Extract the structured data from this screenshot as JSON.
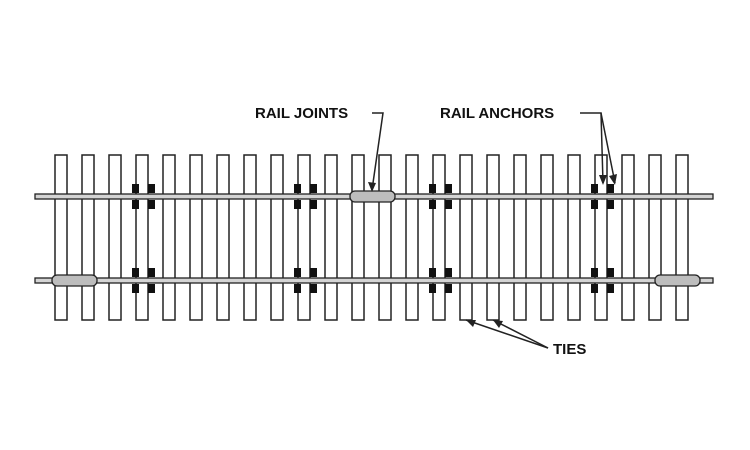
{
  "labels": {
    "rail_joints": "RAIL JOINTS",
    "rail_anchors": "RAIL ANCHORS",
    "ties": "TIES"
  },
  "colors": {
    "line": "#222222",
    "tie_fill": "#ffffff",
    "rail_fill": "#d4d4d4",
    "joint_fill": "#bdbdbd",
    "anchor_fill": "#111111"
  }
}
